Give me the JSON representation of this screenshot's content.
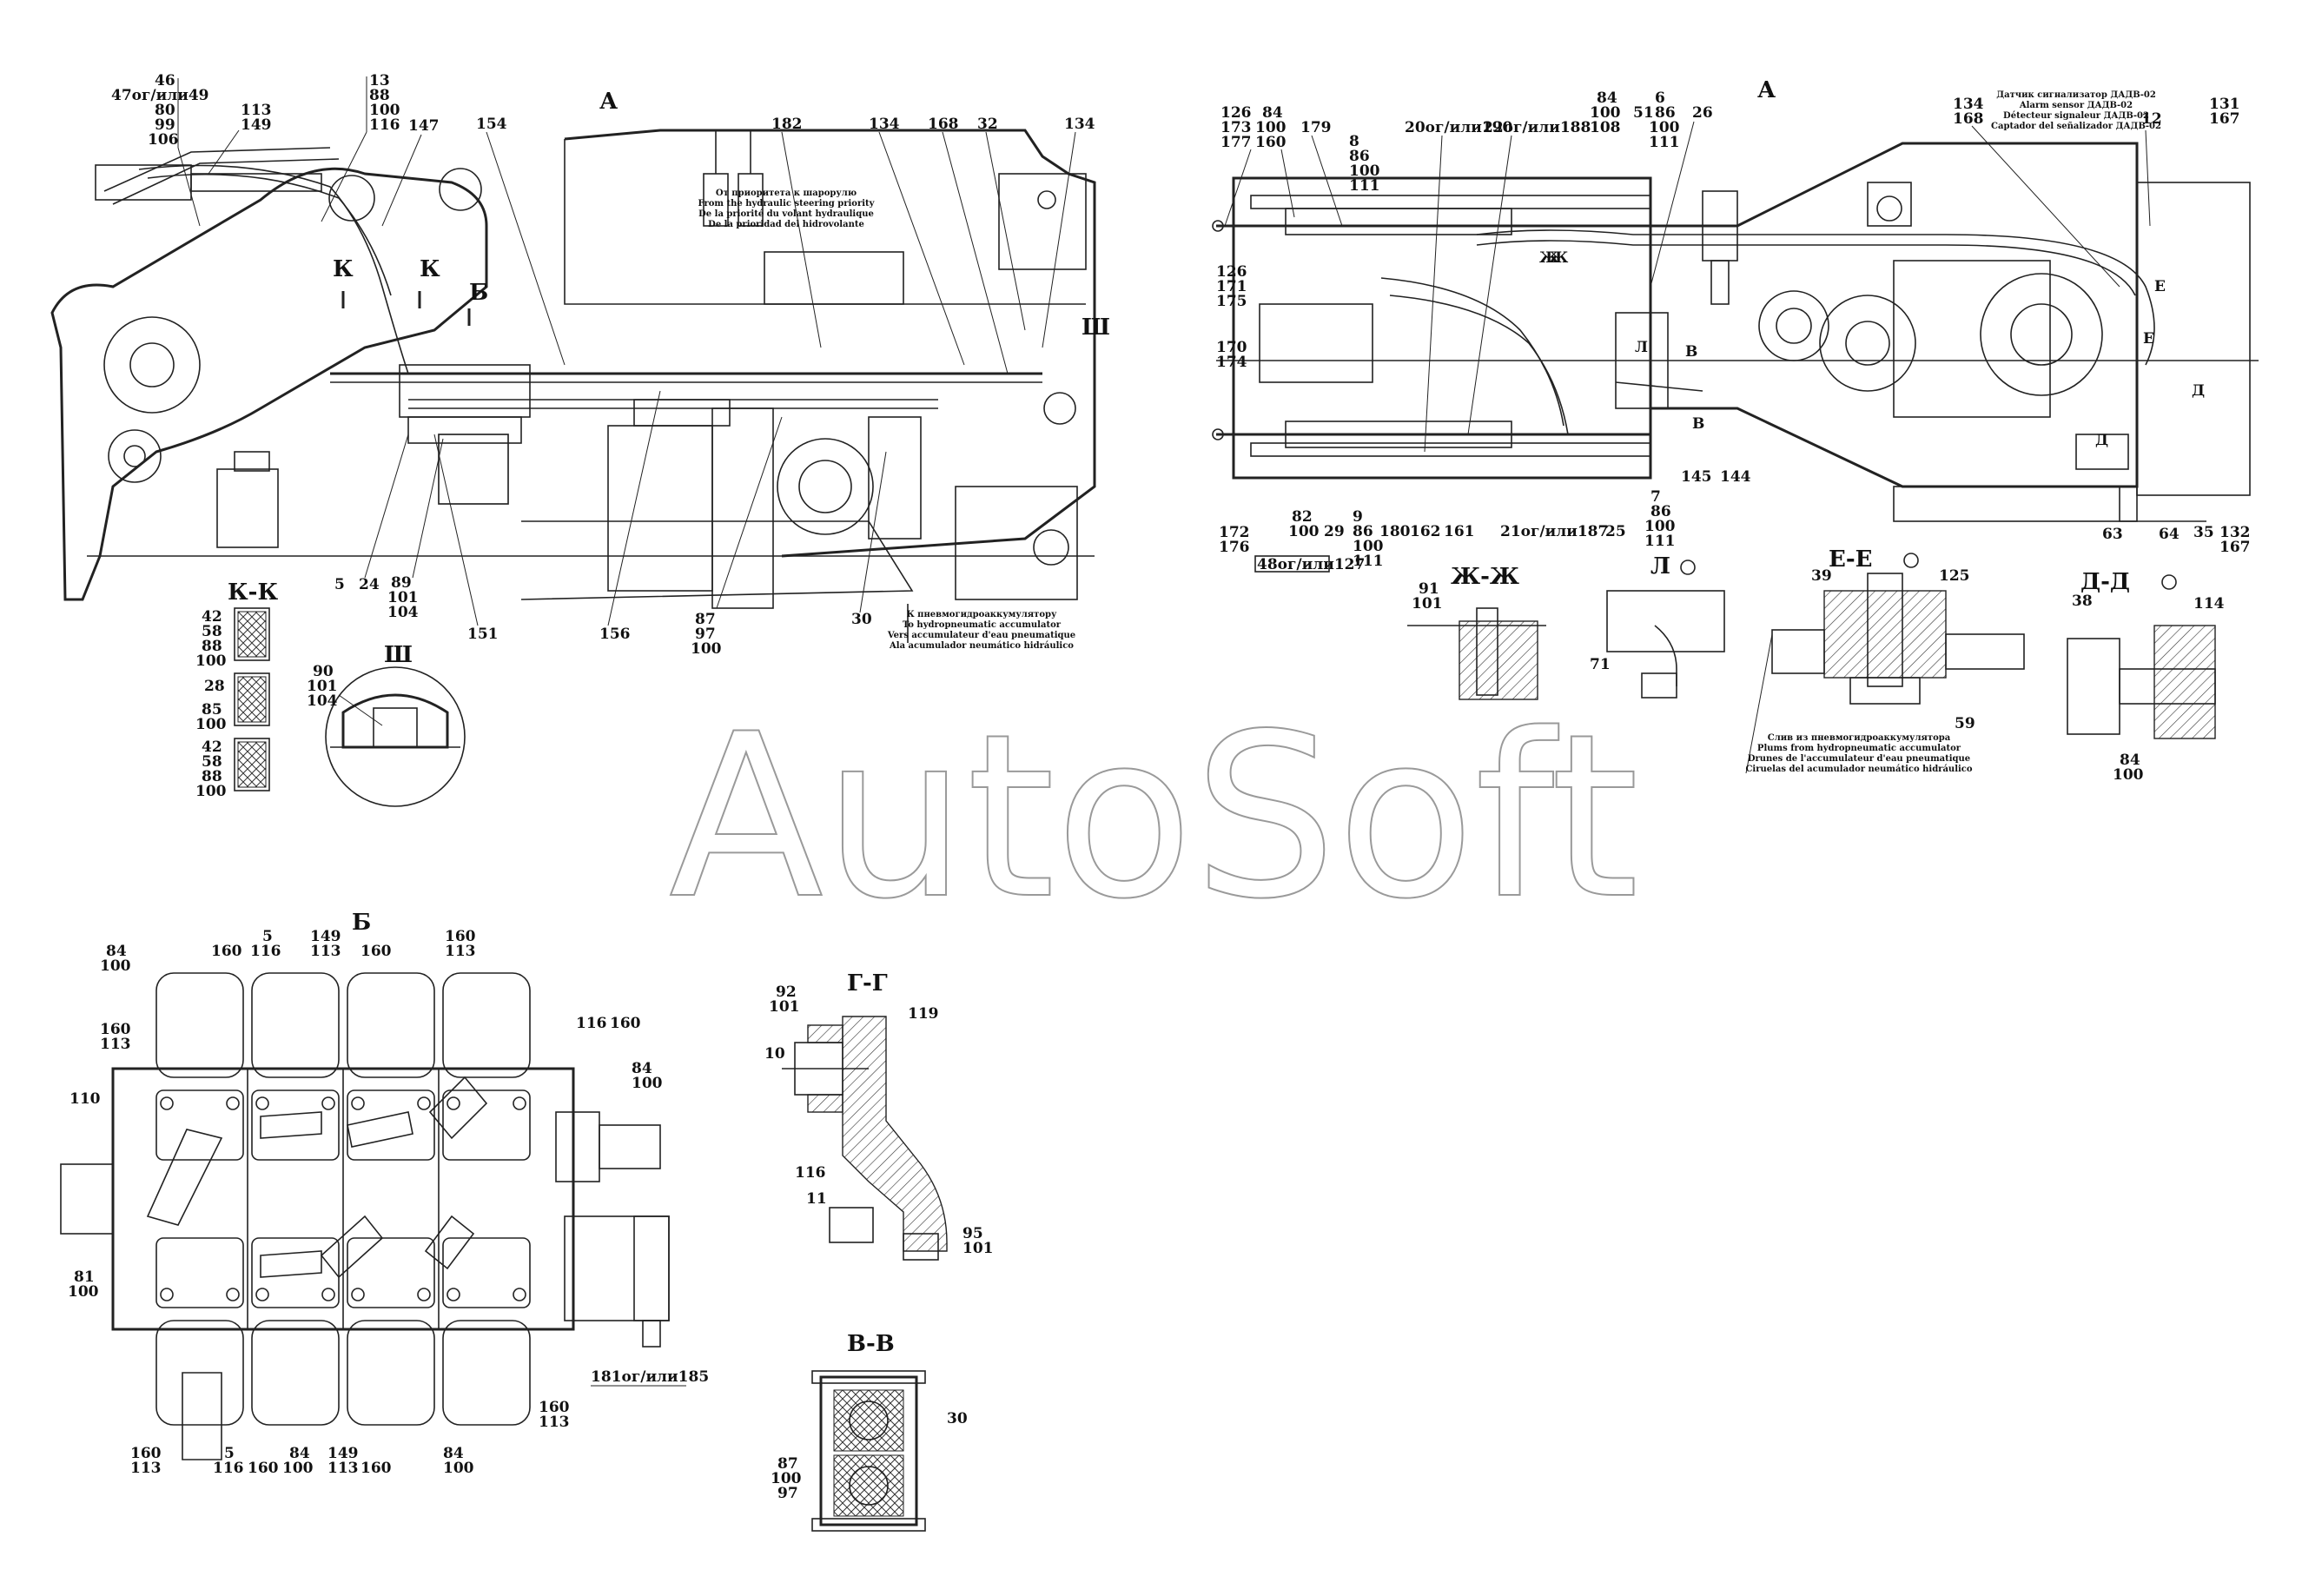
{
  "watermark": "AutoSoft",
  "sections": {
    "A1": "А",
    "A2": "А",
    "KK": "К-К",
    "Sh": "Ш",
    "ZhZh": "Ж-Ж",
    "L": "Л",
    "EE": "Е-Е",
    "DD": "Д-Д",
    "B": "Б",
    "GG": "Г-Г",
    "VV": "В-В",
    "K1": "К",
    "K2": "К",
    "Bv": "Б"
  },
  "notes": {
    "priority": [
      "От приоритета к шарорулю",
      "From the hydraulic steering priority",
      "De la priorité du volant hydraulique",
      "De la prioridad del hidrovolante"
    ],
    "accumulator": [
      "К пневмогидроаккумулятору",
      "To hydropneumatic accumulator",
      "Vers accumulateur d'eau pneumatique",
      "Ala acumulador neumático hidráulico"
    ],
    "sensor": [
      "Датчик сигнализатор ДАДВ-02",
      "Alarm sensor ДАДВ-02",
      "Détecteur signaleur ДАДВ-02",
      "Captador del señalizador ДАДВ-02"
    ],
    "drain": [
      "Слив из пневмогидроаккумулятора",
      "Plums from hydropneumatic accumulator",
      "Drunes de l'accumulateur d'eau pneumatique",
      "Ciruelas del acumulador neumático hidráulico"
    ]
  },
  "labels": {
    "l01": "46",
    "l02": "47ог/или49",
    "l03": "80",
    "l04": "99",
    "l05": "106",
    "l06": "113",
    "l07": "149",
    "l08": "13",
    "l09": "88",
    "l10": "100",
    "l11": "116",
    "l12": "147",
    "l13": "154",
    "l14": "182",
    "l15": "134",
    "l16": "168",
    "l17": "32",
    "l18": "134",
    "l19": "Ш",
    "l20": "5",
    "l21": "24",
    "l22": "89",
    "l23": "101",
    "l24": "104",
    "l25": "151",
    "l26": "156",
    "l27": "87",
    "l28": "97",
    "l29": "100",
    "l30": "30",
    "l31": "42",
    "l32": "58",
    "l33": "88",
    "l34": "100",
    "l35": "28",
    "l36": "85",
    "l37": "100",
    "l38": "42",
    "l39": "58",
    "l40": "88",
    "l41": "100",
    "l42": "90",
    "l43": "101",
    "l44": "104",
    "r01": "126",
    "r02": "173",
    "r03": "177",
    "r04": "84",
    "r05": "100",
    "r06": "160",
    "r07": "179",
    "r08": "8",
    "r09": "86",
    "r10": "100",
    "r11": "111",
    "r12": "20ог/или190",
    "r13": "22ог/или188",
    "r14": "84",
    "r15": "100",
    "r16": "108",
    "r17": "51",
    "r18": "6",
    "r19": "86",
    "r20": "100",
    "r21": "111",
    "r22": "26",
    "r23": "126",
    "r24": "171",
    "r25": "175",
    "r26": "170",
    "r27": "174",
    "r28": "172",
    "r29": "176",
    "r30": "48ог/или127",
    "r31": "82",
    "r32": "100",
    "r33": "29",
    "r34": "9",
    "r35": "86",
    "r36": "100",
    "r37": "111",
    "r38": "180",
    "r39": "162",
    "r40": "161",
    "r41": "21ог/или187",
    "r42": "25",
    "r43": "7",
    "r44": "86",
    "r45": "100",
    "r46": "111",
    "r47": "145",
    "r48": "144",
    "r49": "Л",
    "r50": "В",
    "r51": "В",
    "r52": "Ж",
    "r53": "Ж",
    "r54": "134",
    "r55": "168",
    "r56": "12",
    "r57": "131",
    "r58": "167",
    "r59": "Е",
    "r60": "Е",
    "r61": "Д",
    "r62": "Д",
    "r63": "63",
    "r64": "64",
    "r65": "35",
    "r66": "132",
    "r67": "167",
    "z01": "91",
    "z02": "101",
    "z03": "71",
    "z04": "39",
    "z05": "125",
    "z06": "59",
    "z07": "38",
    "z08": "114",
    "z09": "84",
    "z10": "100",
    "b01": "84",
    "b02": "100",
    "b03": "160",
    "b04": "5",
    "b05": "116",
    "b06": "149",
    "b07": "113",
    "b08": "160",
    "b09": "160",
    "b10": "113",
    "b11": "160",
    "b12": "113",
    "b13": "110",
    "b14": "116",
    "b15": "160",
    "b16": "84",
    "b17": "100",
    "b18": "81",
    "b19": "100",
    "b20": "160",
    "b21": "113",
    "b22": "5",
    "b23": "116",
    "b24": "160",
    "b25": "84",
    "b26": "100",
    "b27": "149",
    "b28": "113",
    "b29": "160",
    "b30": "84",
    "b31": "100",
    "b32": "160",
    "b33": "113",
    "b34": "181ог/или185",
    "g01": "92",
    "g02": "101",
    "g03": "119",
    "g04": "10",
    "g05": "116",
    "g06": "11",
    "g07": "95",
    "g08": "101",
    "v01": "30",
    "v02": "87",
    "v03": "100",
    "v04": "97"
  }
}
